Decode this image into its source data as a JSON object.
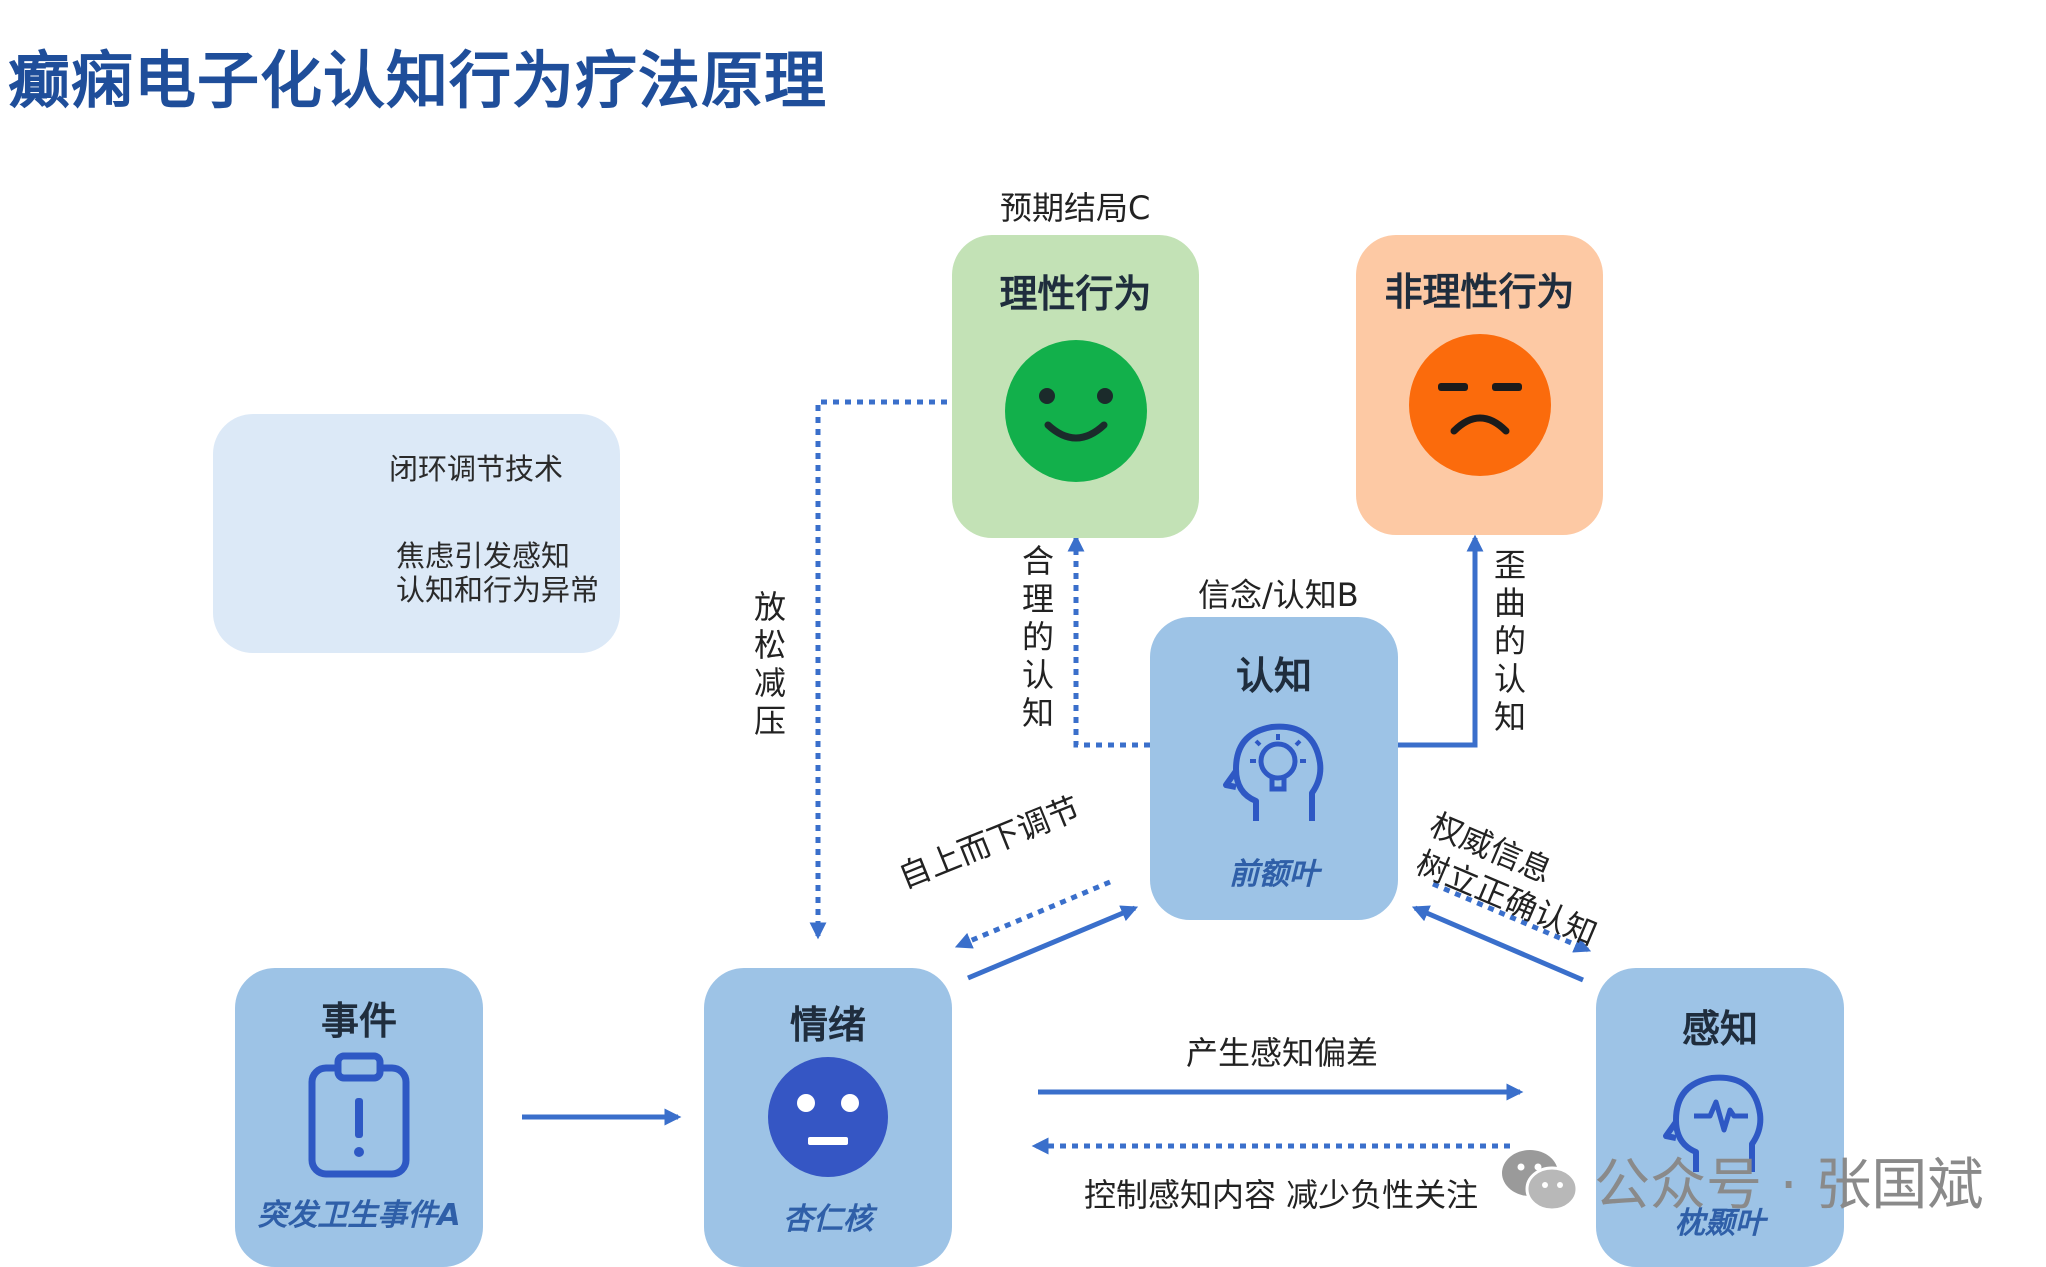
{
  "title": "癫痫电子化认知行为疗法原理",
  "legend": {
    "solid_label": "闭环调节技术",
    "dotted_label_line1": "焦虑引发感知",
    "dotted_label_line2": "认知和行为异常"
  },
  "nodes": {
    "rational": {
      "title": "理性行为",
      "caption": "预期结局C"
    },
    "irrational": {
      "title": "非理性行为"
    },
    "cognition": {
      "title": "认知",
      "subtitle": "前额叶",
      "caption": "信念/认知B"
    },
    "event": {
      "title": "事件",
      "subtitle": "突发卫生事件A"
    },
    "emotion": {
      "title": "情绪",
      "subtitle": "杏仁核"
    },
    "perception": {
      "title": "感知",
      "subtitle": "枕颞叶"
    }
  },
  "edge_labels": {
    "relax": "放松减压",
    "rational_cognition": "合理的认知",
    "distorted_cognition": "歪曲的认知",
    "top_down": "自上而下调节",
    "authority_line1": "权威信息",
    "authority_line2": "树立正确认知",
    "perception_bias": "产生感知偏差",
    "control_perception": "控制感知内容 减少负性关注"
  },
  "watermark": "公众号 · 张国斌",
  "colors": {
    "title": "#1f4e9a",
    "arrow": "#3a6fcb",
    "box_blue": "#9dc3e6",
    "box_green": "#c3e2b6",
    "box_orange": "#fdc9a4",
    "legend_bg": "#dce9f7",
    "face_green": "#12b04b",
    "face_orange": "#fb6b0c",
    "face_blue": "#3556c4"
  },
  "icons": {
    "event": "clipboard-alert-icon",
    "emotion": "neutral-face-icon",
    "cognition": "head-lightbulb-icon",
    "perception": "head-pulse-icon",
    "rational": "smile-face-icon",
    "irrational": "frown-face-icon",
    "watermark": "wechat-icon"
  }
}
